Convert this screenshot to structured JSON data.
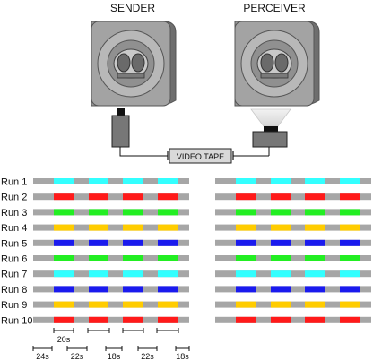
{
  "labels": {
    "sender": "SENDER",
    "perceiver": "PERCEIVER",
    "video_tape": "VIDEO TAPE"
  },
  "runs": [
    {
      "label": "Run 1",
      "color": "cyan"
    },
    {
      "label": "Run 2",
      "color": "red"
    },
    {
      "label": "Run 3",
      "color": "green"
    },
    {
      "label": "Run 4",
      "color": "yellow"
    },
    {
      "label": "Run 5",
      "color": "blue"
    },
    {
      "label": "Run 6",
      "color": "green"
    },
    {
      "label": "Run 7",
      "color": "cyan"
    },
    {
      "label": "Run 8",
      "color": "blue"
    },
    {
      "label": "Run 9",
      "color": "yellow"
    },
    {
      "label": "Run 10",
      "color": "red"
    }
  ],
  "colors": {
    "cyan": "#33ffff",
    "red": "#ff1a1a",
    "green": "#22ee22",
    "yellow": "#ffcc00",
    "blue": "#1a1aee",
    "baseline": "#a6a6a6",
    "device_body": "#8c8c8c",
    "device_face": "#bfbfbf"
  },
  "blocks_per_run": 4,
  "timing": {
    "block_duration": "20s",
    "intervals": [
      "24s",
      "22s",
      "18s",
      "22s",
      "18s"
    ]
  }
}
